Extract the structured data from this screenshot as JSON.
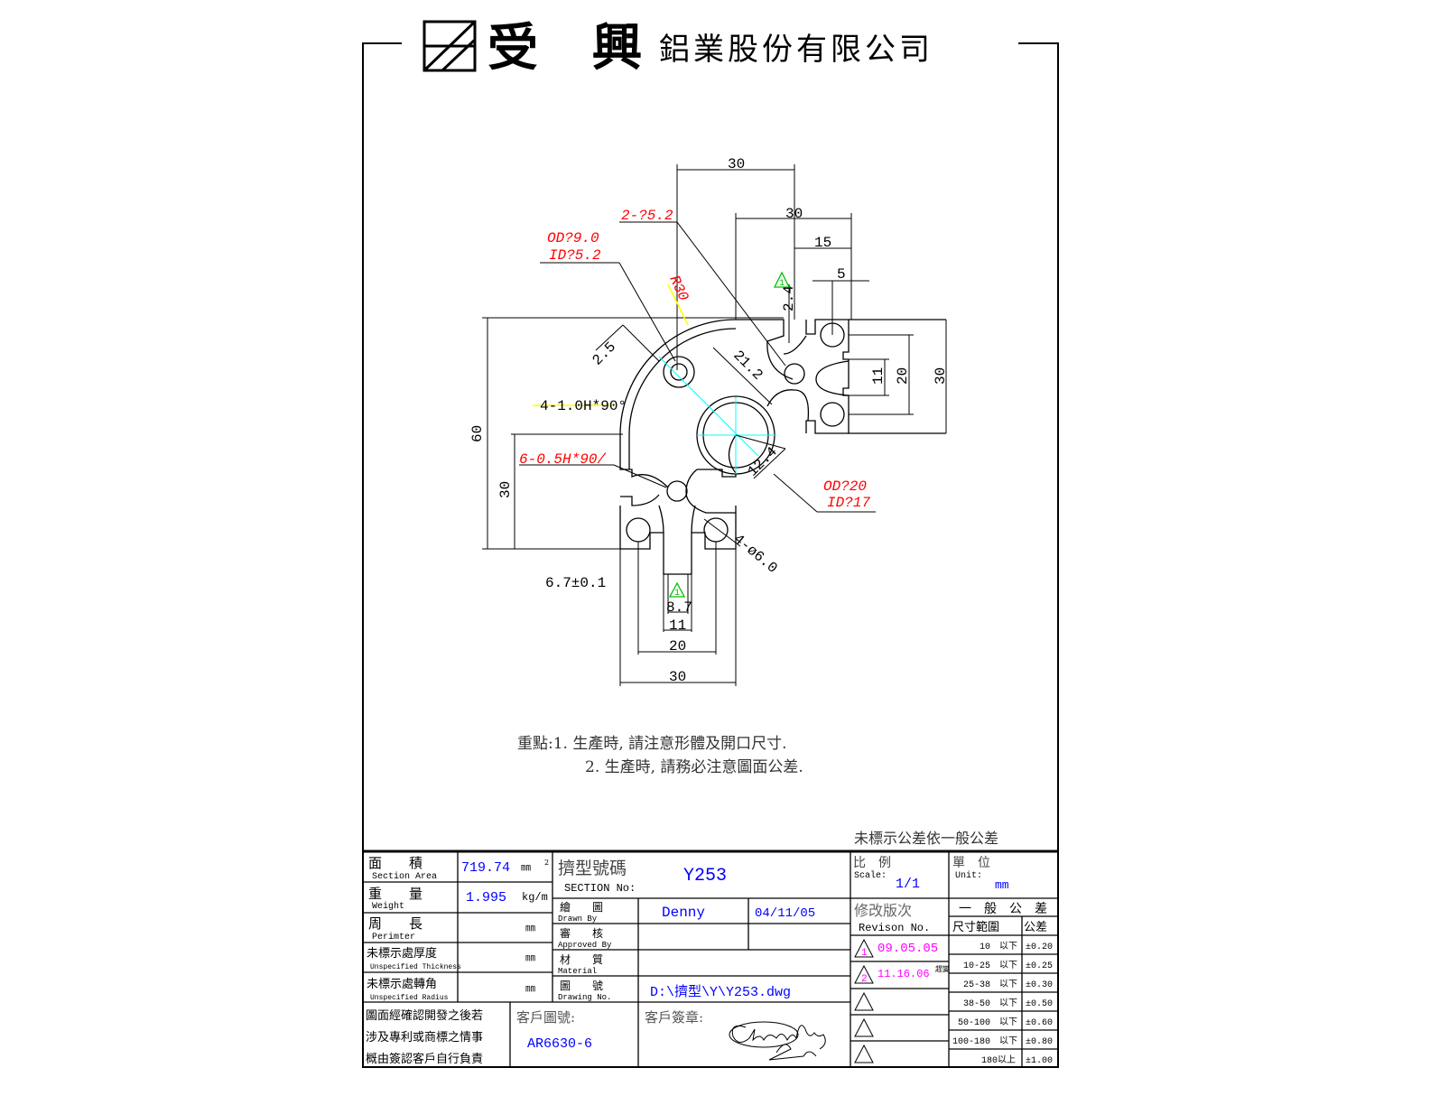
{
  "header": {
    "brand_chars": "受 興",
    "company": "鋁業股份有限公司"
  },
  "drawing": {
    "dims": {
      "top_30a": "30",
      "top_30b": "30",
      "top_15": "15",
      "top_5": "5",
      "hole_spec": "2-?5.2",
      "od_small": "OD?9.0",
      "id_small": "ID?5.2",
      "r30": "R30",
      "d_2_4": "2.4",
      "d_2_5": "2.5",
      "d_21_2": "21.2",
      "chamfer_4": "4-1.0H*90°",
      "h_60": "60",
      "h_30": "30",
      "chamfer_6": "6-0.5H*90/",
      "d_12_4": "12.4",
      "od_big": "OD?20",
      "id_big": "ID?17",
      "hole_6": "4-ø6.0",
      "slot_tol": "6.7±0.1",
      "b_8_7": "8.7",
      "b_11": "11",
      "b_20": "20",
      "b_30": "30",
      "r_11": "11",
      "r_20": "20",
      "r_30": "30"
    },
    "revision_marks": [
      "1",
      "1"
    ],
    "notes": [
      "重點:1. 生產時, 請注意形體及開口尺寸.",
      "2. 生產時, 請務必注意圖面公差."
    ],
    "tolerance_note": "未標示公差依一般公差"
  },
  "title_block": {
    "section_area": {
      "zh": "面　　積",
      "en": "Section Area",
      "value": "719.74",
      "unit": "㎜",
      "sup": "2"
    },
    "weight": {
      "zh": "重　　量",
      "en": "Weight",
      "value": "1.995",
      "unit": "kg/m"
    },
    "perimeter": {
      "zh": "周　　長",
      "en": "Perimter",
      "unit": "㎜"
    },
    "thickness": {
      "zh": "未標示處厚度",
      "en": "Unspecified Thickness",
      "unit": "㎜"
    },
    "radius": {
      "zh": "未標示處轉角",
      "en": "Unspecified Radius",
      "unit": "㎜"
    },
    "section_no": {
      "zh": "擠型號碼",
      "en": "SECTION No:",
      "value": "Y253"
    },
    "drawn_by": {
      "zh": "繪　　圖",
      "en": "Drawn By",
      "value": "Denny",
      "date": "04/11/05"
    },
    "approved_by": {
      "zh": "審　　核",
      "en": "Approved By"
    },
    "material": {
      "zh": "材　　質",
      "en": "Material"
    },
    "drawing_no": {
      "zh": "圖　　號",
      "en": "Drawing No.",
      "value": "D:\\擠型\\Y\\Y253.dwg"
    },
    "disclaimer": [
      "圖面經確認開發之後若",
      "涉及專利或商標之情事",
      "概由簽認客戶自行負責"
    ],
    "customer_no": {
      "label": "客戶圖號:",
      "value": "AR6630-6"
    },
    "customer_sign": {
      "label": "客戶簽章:",
      "signature": "Chuan Hung Lin"
    },
    "scale": {
      "zh": "比　例",
      "en": "Scale:",
      "value": "1/1"
    },
    "unit": {
      "zh": "單　位",
      "en": "Unit:",
      "value": "mm"
    },
    "revision": {
      "zh": "修改版次",
      "en": "Revison No.",
      "items": [
        {
          "num": "1",
          "date": "09.05.05"
        },
        {
          "num": "2",
          "date": "11.16.06",
          "note": "趕變"
        }
      ]
    },
    "general_tol": {
      "title": "一　般　公　差",
      "col_range": "尺寸範圍",
      "col_tol": "公差",
      "rows": [
        {
          "range": "10　以下",
          "tol": "±0.20"
        },
        {
          "range": "10-25　以下",
          "tol": "±0.25"
        },
        {
          "range": "25-38　以下",
          "tol": "±0.30"
        },
        {
          "range": "38-50　以下",
          "tol": "±0.50"
        },
        {
          "range": "50-100　以下",
          "tol": "±0.60"
        },
        {
          "range": "100-180　以下",
          "tol": "±0.80"
        },
        {
          "range": "180以上",
          "tol": "±1.00"
        }
      ]
    }
  },
  "colors": {
    "red": "#ff0000",
    "blue": "#0000ff",
    "magenta": "#ff00ff",
    "green": "#00c000",
    "cyan": "#00ffff",
    "yellow": "#ffff00"
  }
}
